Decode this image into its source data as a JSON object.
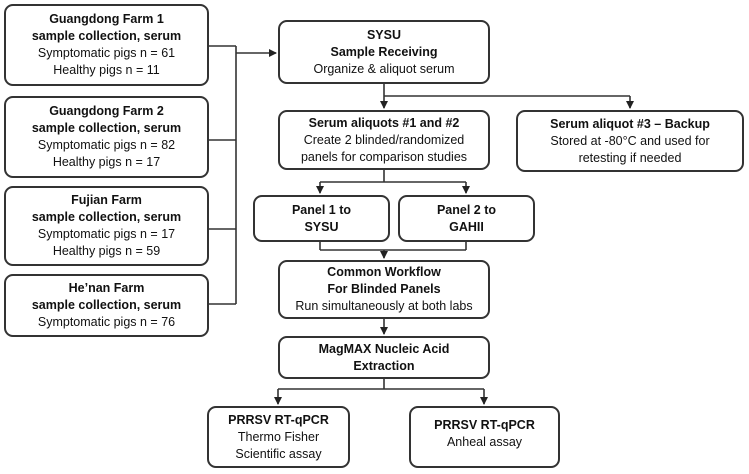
{
  "farms": [
    {
      "title": "Guangdong Farm 1",
      "subtitle": "sample collection, serum",
      "lines": [
        "Symptomatic pigs n = 61",
        "Healthy pigs n = 11"
      ]
    },
    {
      "title": "Guangdong Farm 2",
      "subtitle": "sample collection, serum",
      "lines": [
        "Symptomatic pigs n = 82",
        "Healthy pigs n = 17"
      ]
    },
    {
      "title": "Fujian Farm",
      "subtitle": "sample collection, serum",
      "lines": [
        "Symptomatic pigs n = 17",
        "Healthy pigs n = 59"
      ]
    },
    {
      "title": "He’nan Farm",
      "subtitle": "sample collection, serum",
      "lines": [
        "Symptomatic pigs n = 76"
      ]
    }
  ],
  "receiving": {
    "title": "SYSU",
    "subtitle": "Sample Receiving",
    "text": "Organize & aliquot serum"
  },
  "aliquots12": {
    "title": "Serum aliquots #1 and #2",
    "lines": [
      "Create 2 blinded/randomized",
      "panels for comparison studies"
    ]
  },
  "aliquot3": {
    "title": "Serum aliquot #3 – Backup",
    "lines": [
      "Stored at -80°C  and used for",
      "retesting if needed"
    ]
  },
  "panel1": {
    "lines": [
      "Panel 1 to",
      "SYSU"
    ]
  },
  "panel2": {
    "lines": [
      "Panel 2 to",
      "GAHII"
    ]
  },
  "workflow": {
    "lines": [
      "Common Workflow",
      "For Blinded Panels"
    ],
    "text": "Run simultaneously at both labs"
  },
  "extraction": {
    "lines": [
      "MagMAX Nucleic Acid",
      "Extraction"
    ]
  },
  "assay1": {
    "title": "PRRSV RT-qPCR",
    "lines": [
      "Thermo Fisher",
      "Scientific assay"
    ]
  },
  "assay2": {
    "title": "PRRSV RT-qPCR",
    "lines": [
      "Anheal assay"
    ]
  }
}
